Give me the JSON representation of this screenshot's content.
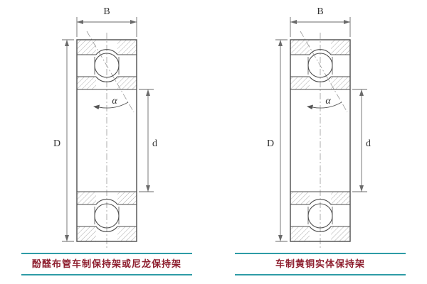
{
  "diagrams": [
    {
      "name": "bearing-with-phenolic-or-nylon-cage",
      "labels": {
        "width": "B",
        "outer_diameter": "D",
        "bore_diameter": "d",
        "contact_angle": "α"
      },
      "caption": "酚醛布管车制保持架或尼龙保持架"
    },
    {
      "name": "bearing-with-machined-brass-cage",
      "labels": {
        "width": "B",
        "outer_diameter": "D",
        "bore_diameter": "d",
        "contact_angle": "α"
      },
      "caption": "车制黄铜实体保持架"
    }
  ],
  "colors": {
    "caption_text": "#8e1f2f",
    "caption_rule": "#2e9ba6",
    "drawing_line": "#4d4d4d",
    "background": "#ffffff"
  }
}
